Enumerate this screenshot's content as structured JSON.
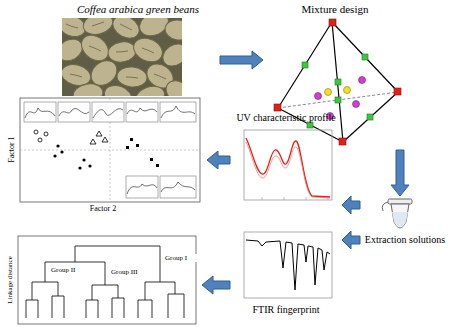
{
  "diagram": {
    "nodes": [
      {
        "text": [
          "Coffea arabica green beans"
        ]
      },
      {
        "text": [
          "Mixture design"
        ]
      },
      {
        "text": [
          "Extraction solutions"
        ]
      },
      {
        "text": [
          "UV characteristic profile"
        ]
      },
      {
        "text": [
          "FTIR fingerprint"
        ]
      },
      {
        "text": [
          "Factor 2",
          "Factor 1"
        ]
      },
      {
        "text": [
          "Group II",
          "Group III",
          "Group I",
          "Linkage distance"
        ]
      }
    ],
    "edges": [
      {
        "from": 0,
        "to": 1,
        "arrow": "to"
      },
      {
        "from": 1,
        "to": 2,
        "arrow": "to"
      },
      {
        "from": 2,
        "to": 3,
        "arrow": "to"
      },
      {
        "from": 2,
        "to": 4,
        "arrow": "to"
      },
      {
        "from": 3,
        "to": 5,
        "arrow": "to"
      },
      {
        "from": 4,
        "to": 6,
        "arrow": "to"
      }
    ]
  }
}
